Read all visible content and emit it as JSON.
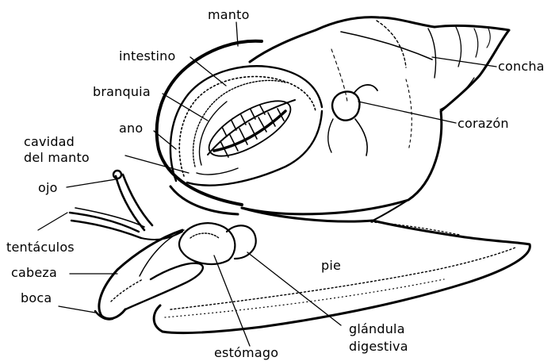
{
  "diagram": {
    "labels": {
      "manto": "manto",
      "intestino": "intestino",
      "concha": "concha",
      "branquia": "branquia",
      "corazon": "corazón",
      "ano": "ano",
      "cavidad_line1": "cavidad",
      "cavidad_line2": "del manto",
      "ojo": "ojo",
      "tentaculos": "tentáculos",
      "cabeza": "cabeza",
      "pie": "pie",
      "boca": "boca",
      "glandula_line1": "glándula",
      "glandula_line2": "digestiva",
      "estomago": "estómago"
    },
    "colors": {
      "ink": "#000000",
      "paper": "#ffffff"
    }
  }
}
